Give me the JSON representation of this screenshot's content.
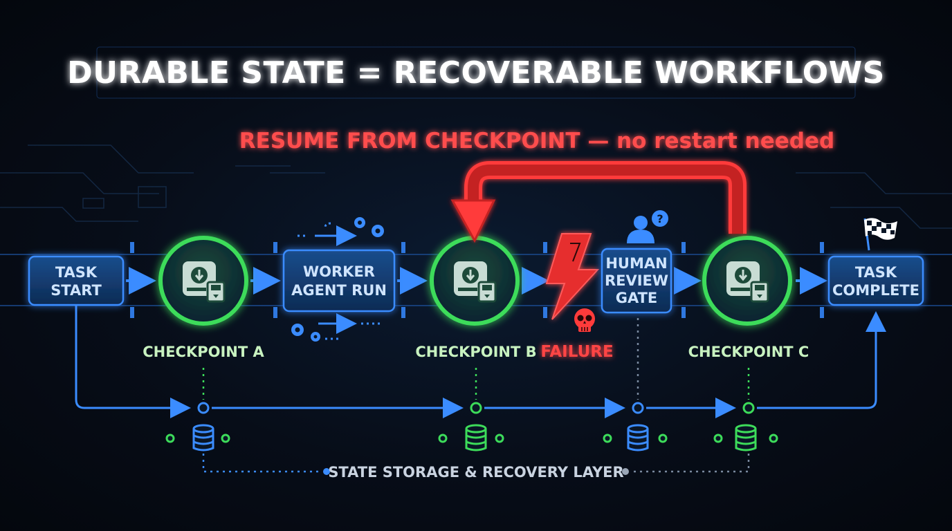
{
  "title": "DURABLE STATE = RECOVERABLE WORKFLOWS",
  "resume_label": "RESUME FROM CHECKPOINT — no restart needed",
  "steps": {
    "task_start": [
      "TASK",
      "START"
    ],
    "worker_agent_run": [
      "WORKER",
      "AGENT RUN"
    ],
    "human_review_gate": [
      "HUMAN",
      "REVIEW",
      "GATE"
    ],
    "task_complete": [
      "TASK",
      "COMPLETE"
    ]
  },
  "checkpoints": {
    "a": "CHECKPOINT A",
    "b": "CHECKPOINT B",
    "c": "CHECKPOINT C"
  },
  "failure_label": "FAILURE",
  "storage_layer_label": "STATE STORAGE & RECOVERY LAYER",
  "icons": {
    "checkpoint": "save-disk-icon",
    "failure": "lightning-bolt-icon",
    "skull": "skull-icon",
    "human": "person-question-icon",
    "finish": "checkered-flag-icon",
    "gears": "gears-icon",
    "database": "database-icon"
  },
  "colors": {
    "background": "#070d18",
    "flow_blue": "#3b8cff",
    "checkpoint_green": "#3ddc5a",
    "failure_red": "#ff3b3b",
    "box_fill": "#123a6e",
    "title": "#ffffff"
  }
}
